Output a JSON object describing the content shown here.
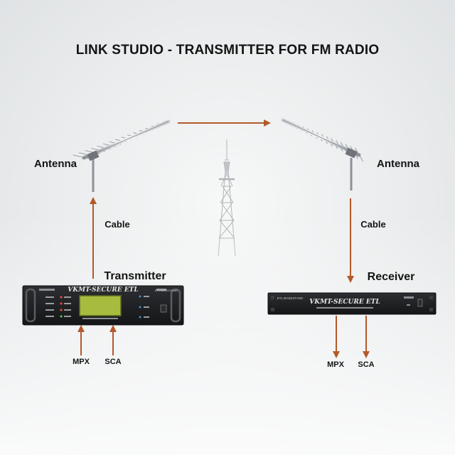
{
  "title": "LINK STUDIO - TRANSMITTER FOR FM RADIO",
  "antenna_left_label": "Antenna",
  "antenna_right_label": "Antenna",
  "cable_left_label": "Cable",
  "cable_right_label": "Cable",
  "transmitter_label": "Transmitter",
  "receiver_label": "Receiver",
  "transmitter_inputs": [
    "MPX",
    "SCA"
  ],
  "receiver_outputs": [
    "MPX",
    "SCA"
  ],
  "transmitter_device": {
    "brand": "VKMT-SECURE ETL",
    "model_tag": "ETL-BASESTAND"
  },
  "receiver_device": {
    "brand": "VKMT-SECURE ETL",
    "model_tag": "ETL-BASESTAND"
  },
  "colors": {
    "arrow": "#b3592a",
    "device_body": "#1c1d1f",
    "lcd": "#a7bb3e",
    "background": "#eceeef"
  }
}
